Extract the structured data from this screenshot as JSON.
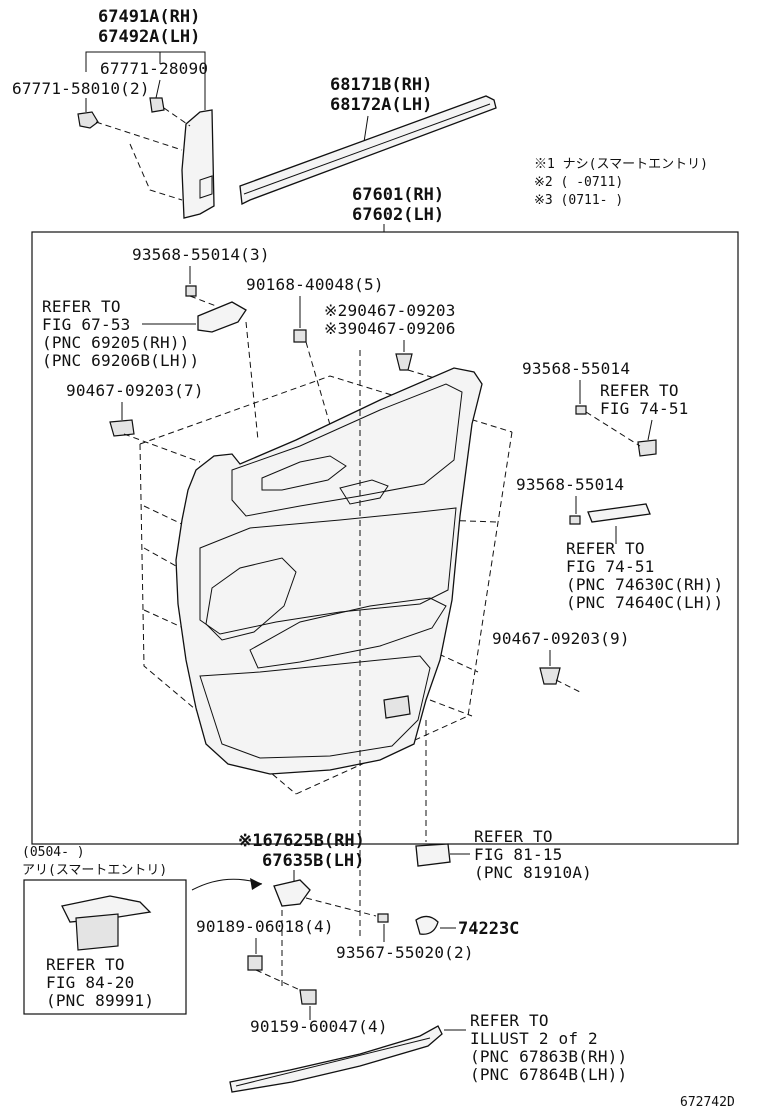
{
  "labels": {
    "l_67491a": "67491A(RH)",
    "l_67492a": "67492A(LH)",
    "l_67771_28090": "67771-28090",
    "l_67771_58010": "67771-58010(2)",
    "l_68171b": "68171B(RH)",
    "l_68172a": "68172A(LH)",
    "note1": "※1 ナシ(スマートエントリ)",
    "note2": "※2 (      -0711)",
    "note3": "※3 (0711-      )",
    "l_67601": "67601(RH)",
    "l_67602": "67602(LH)",
    "l_93568_55014_3": "93568-55014(3)",
    "l_90168_40048": "90168-40048(5)",
    "ref_67_53_a": "REFER TO",
    "ref_67_53_b": "FIG 67-53",
    "ref_67_53_c": "(PNC 69205(RH))",
    "ref_67_53_d": "(PNC 69206B(LH))",
    "l_90467_09203_s2": "※290467-09203",
    "l_90467_09206_s3": "※390467-09206",
    "l_93568_55014_b": "93568-55014",
    "ref_74_51a_a": "REFER TO",
    "ref_74_51a_b": "FIG 74-51",
    "l_90467_09203_7": "90467-09203(7)",
    "l_93568_55014_c": "93568-55014",
    "ref_74_51b_a": "REFER TO",
    "ref_74_51b_b": "FIG 74-51",
    "ref_74_51b_c": "(PNC 74630C(RH))",
    "ref_74_51b_d": "(PNC 74640C(LH))",
    "l_90467_09203_9": "90467-09203(9)",
    "date_0504": "(0504-      )",
    "ari_smart": "アリ(スマートエントリ)",
    "l_67625b": "※167625B(RH)",
    "l_67635b": "67635B(LH)",
    "ref_81_15_a": "REFER TO",
    "ref_81_15_b": "FIG 81-15",
    "ref_81_15_c": "(PNC 81910A)",
    "ref_84_20_a": "REFER TO",
    "ref_84_20_b": "FIG 84-20",
    "ref_84_20_c": "(PNC 89991)",
    "l_90189_06018": "90189-06018(4)",
    "l_74223c": "74223C",
    "l_93567_55020": "93567-55020(2)",
    "l_90159_60047": "90159-60047(4)",
    "ref_illust_a": "REFER TO",
    "ref_illust_b": "ILLUST 2 of 2",
    "ref_illust_c": "(PNC 67863B(RH))",
    "ref_illust_d": "(PNC 67864B(LH))",
    "diagram_code": "672742D"
  }
}
